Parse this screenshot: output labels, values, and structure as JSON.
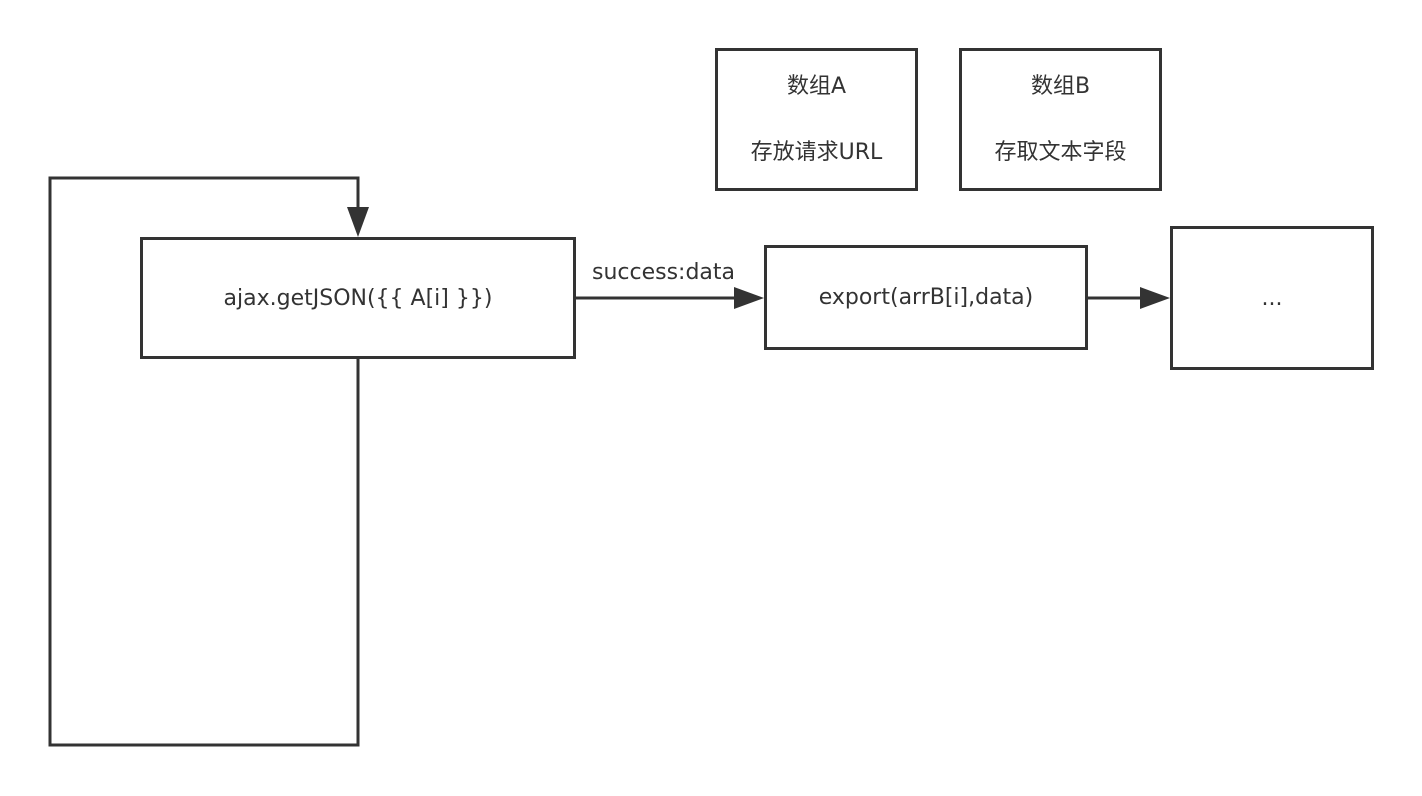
{
  "nodes": {
    "array_a": {
      "line1": "数组A",
      "line2": "存放请求URL"
    },
    "array_b": {
      "line1": "数组B",
      "line2": "存取文本字段"
    },
    "ajax": {
      "label": "ajax.getJSON({{ A[i] }})"
    },
    "export": {
      "label": "export(arrB[i],data)"
    },
    "next": {
      "label": "..."
    }
  },
  "edges": {
    "ajax_to_export": {
      "label": "success:data"
    },
    "export_to_next": {
      "label": ""
    },
    "loop_back": {
      "label": ""
    }
  },
  "colors": {
    "stroke": "#333333",
    "text": "#333333",
    "background": "#ffffff"
  }
}
